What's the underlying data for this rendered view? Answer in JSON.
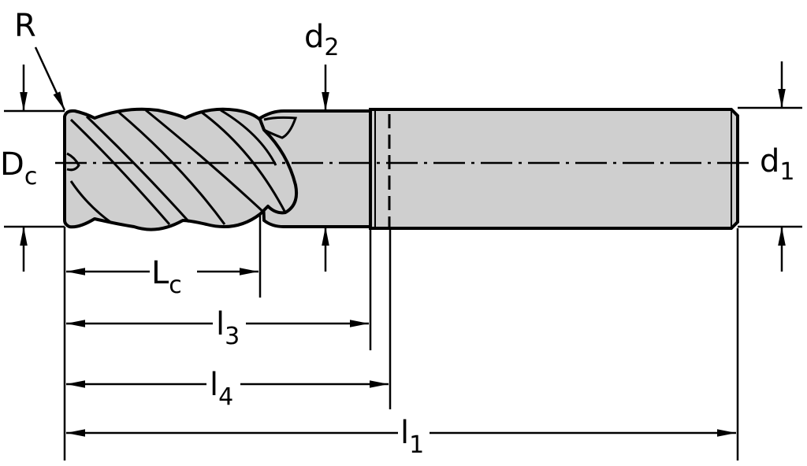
{
  "title": "End mill dimension drawing",
  "labels": {
    "R": {
      "main": "R"
    },
    "d2": {
      "main": "d",
      "sub": "2"
    },
    "Dc": {
      "main": "D",
      "sub": "c"
    },
    "d1": {
      "main": "d",
      "sub": "1"
    },
    "Lc": {
      "main": "L",
      "sub": "c"
    },
    "l3": {
      "main": "l",
      "sub": "3"
    },
    "l4": {
      "main": "l",
      "sub": "4"
    },
    "l1": {
      "main": "l",
      "sub": "1"
    }
  },
  "colors": {
    "body": "#cfcfcf",
    "line": "#000000"
  }
}
